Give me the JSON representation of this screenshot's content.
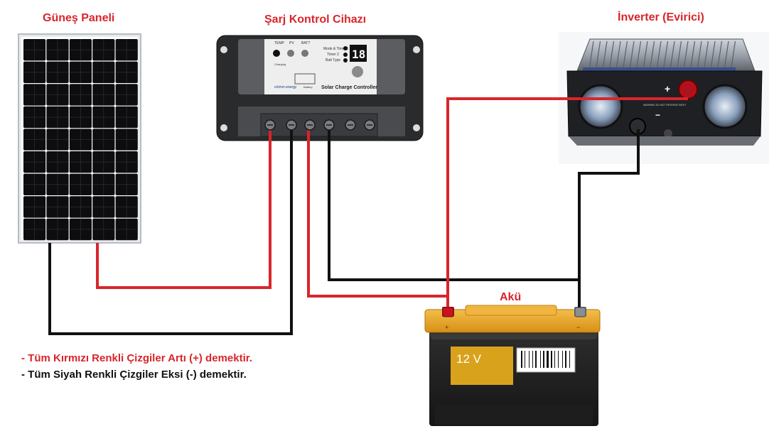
{
  "labels": {
    "solar_panel": "Güneş Paneli",
    "charge_controller": "Şarj Kontrol Cihazı",
    "inverter": "İnverter (Evirici)",
    "battery": "Akü"
  },
  "controller_face": {
    "tabs": [
      "TEMP",
      "PV",
      "BATT"
    ],
    "menu": [
      "Mode & Timer 1",
      "Timer 2",
      "Batt Type"
    ],
    "display": "18",
    "caption": "Solar Charge Controller",
    "brand": "victron energy",
    "sub_left": "Charging",
    "sub_right": "Battery"
  },
  "inverter_face": {
    "plus": "+",
    "minus": "−",
    "warning": "WARNING DO NOT REVERSE INPUT"
  },
  "battery_face": {
    "voltage": "12 V",
    "plus": "+",
    "minus": "−"
  },
  "legend": {
    "red_line": "- Tüm Kırmızı Renkli Çizgiler Artı (+) demektir.",
    "black_line": "- Tüm Siyah Renkli Çizgiler Eksi (-) demektir."
  },
  "colors": {
    "positive_wire": "#d9252b",
    "negative_wire": "#111111",
    "title": "#d9252b",
    "battery_top": "#e8a423",
    "battery_label": "#d9a21c"
  }
}
